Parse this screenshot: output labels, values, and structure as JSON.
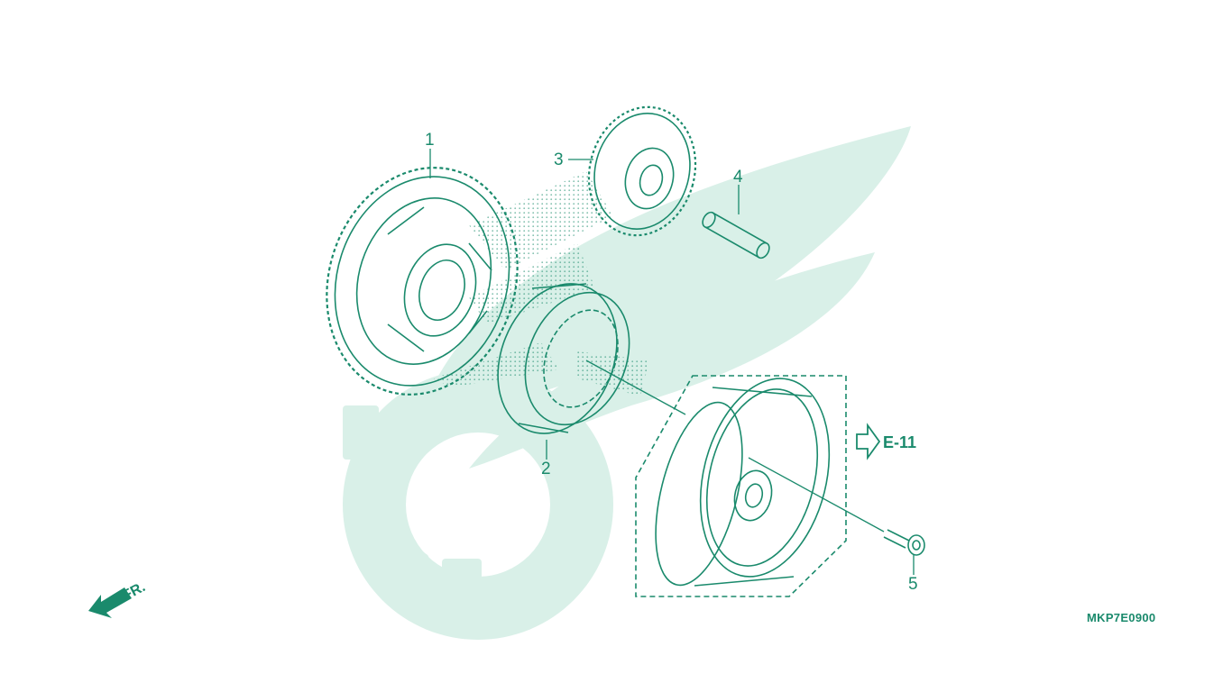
{
  "colors": {
    "line": "#1a8a6c",
    "watermark": "#d9f0e8",
    "stipple": "#1a8a6c"
  },
  "callouts": [
    "1",
    "2",
    "3",
    "4",
    "5"
  ],
  "reference_link": "E-11",
  "direction_marker": "FR.",
  "diagram_code": "MKP7E0900",
  "watermark_logo": "wing-gear-logo"
}
